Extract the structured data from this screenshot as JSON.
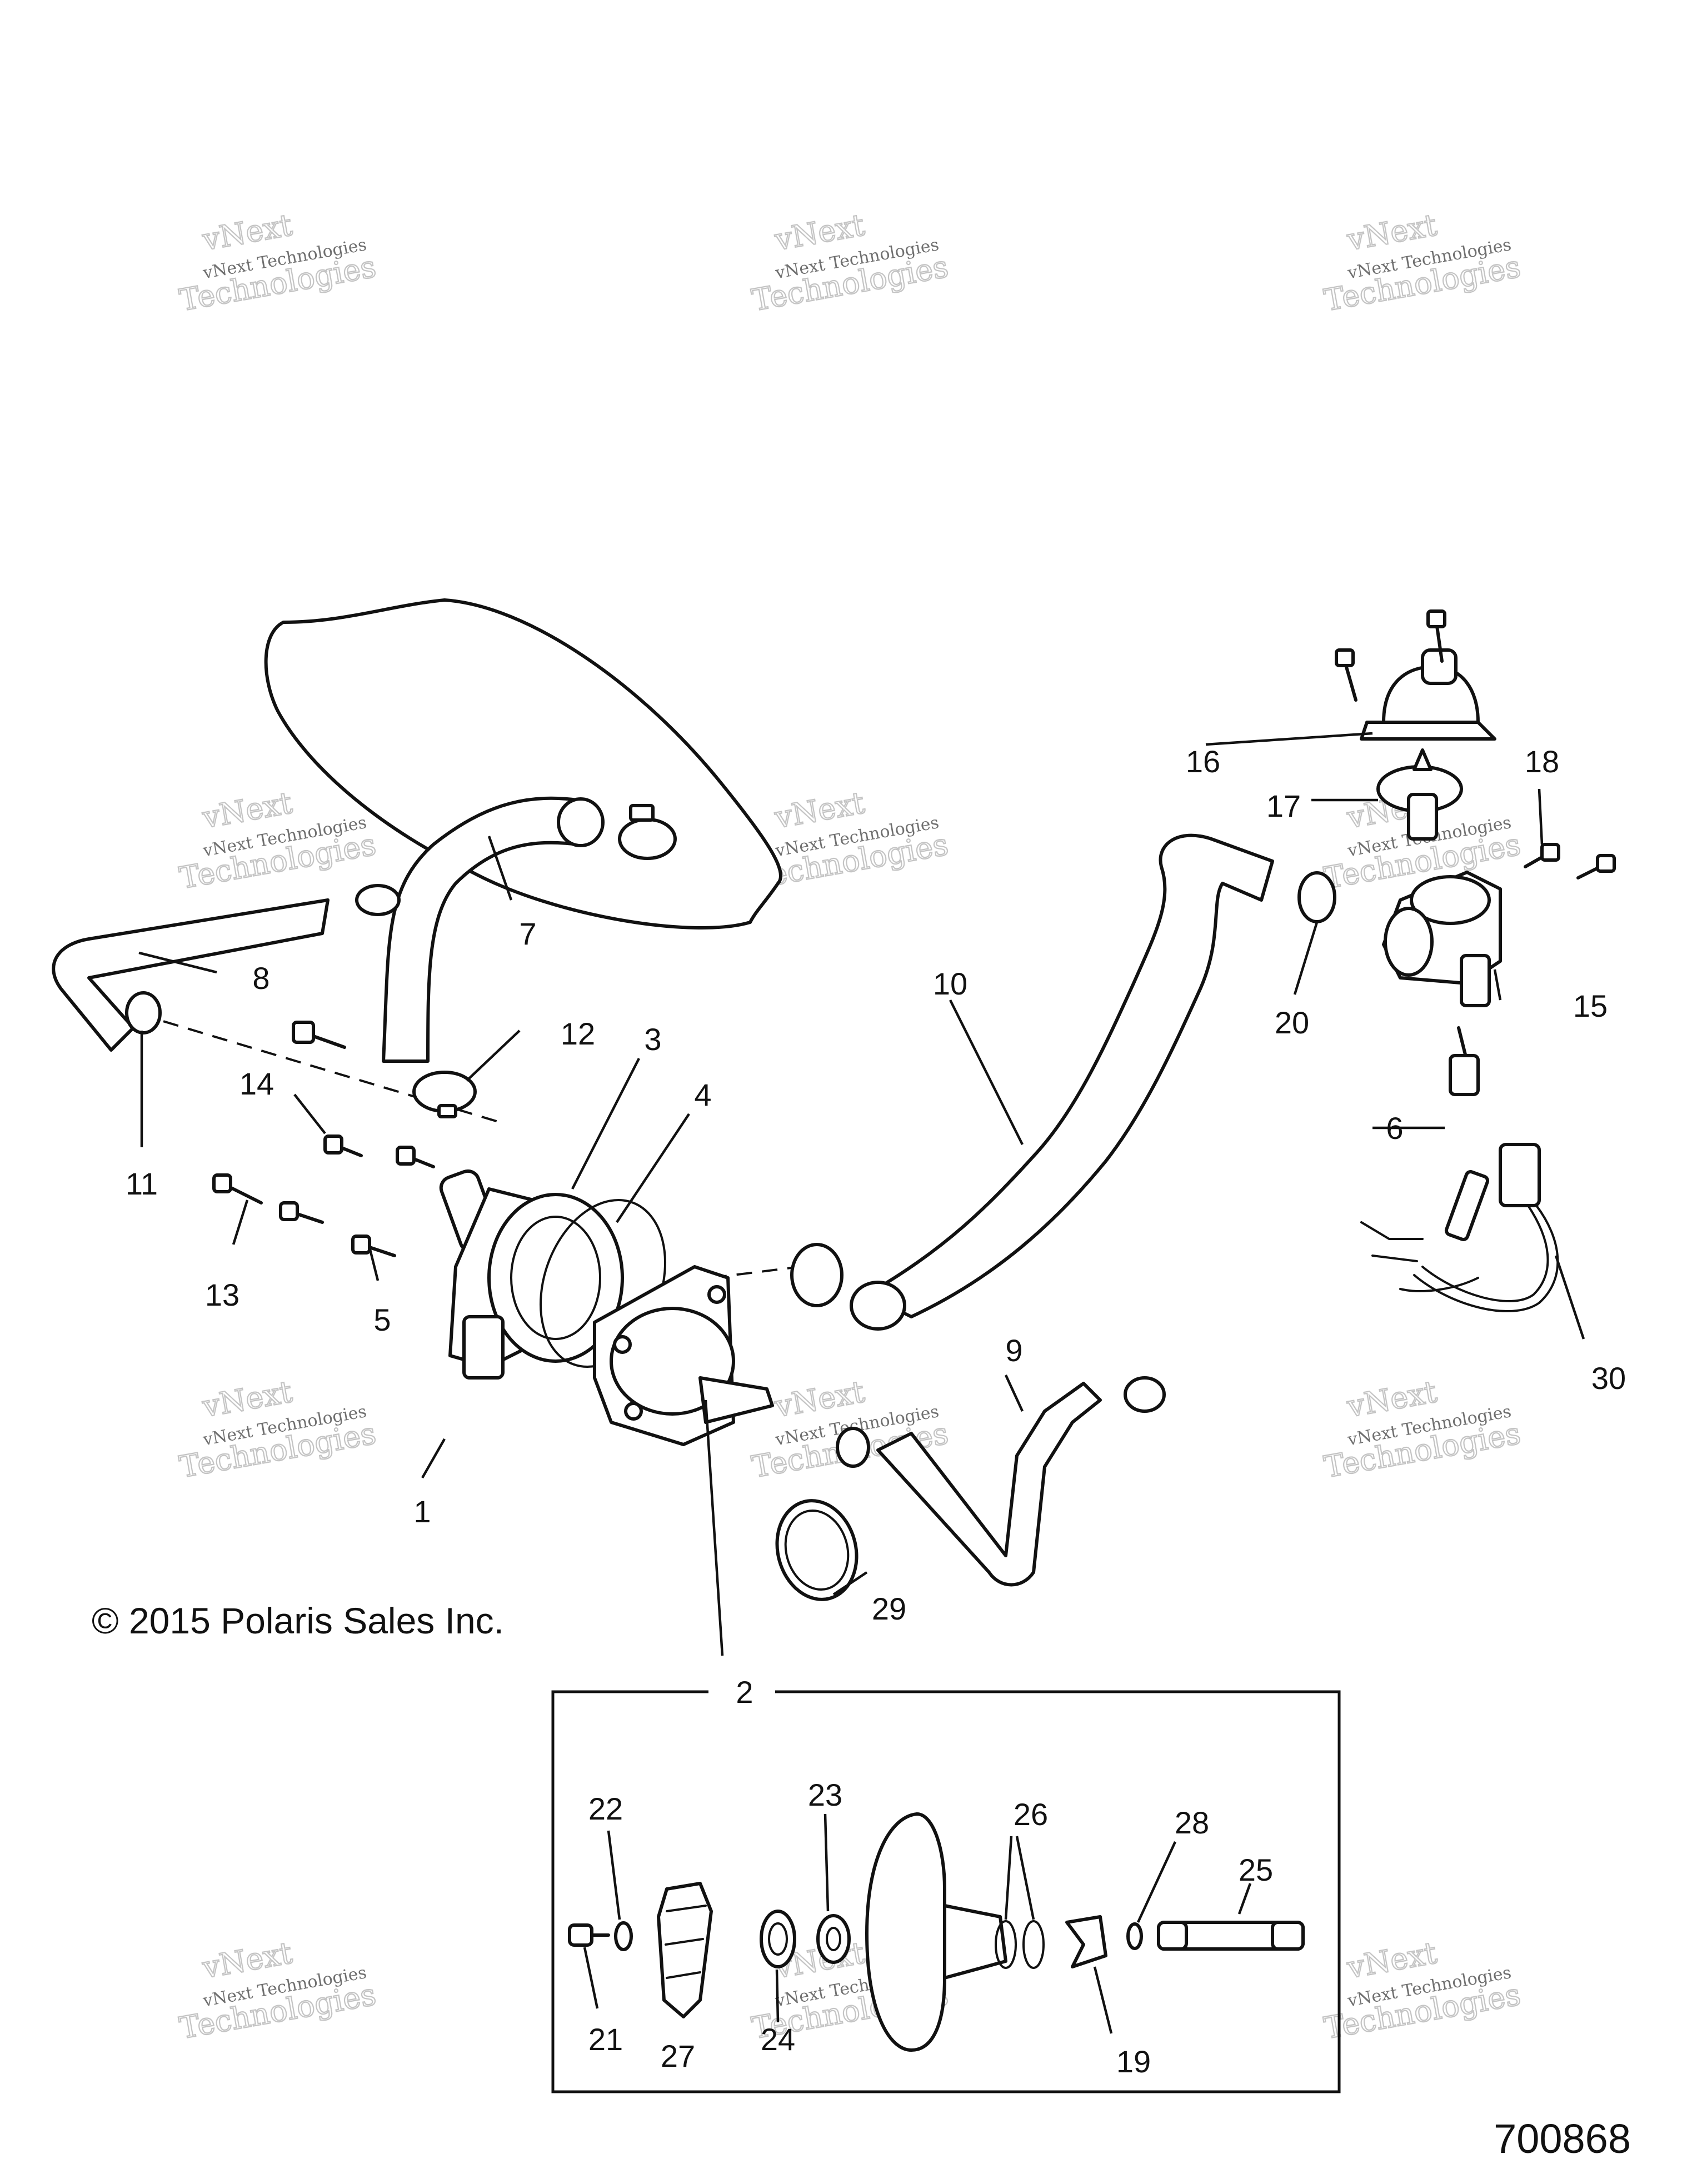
{
  "callouts": {
    "c1": "1",
    "c2": "2",
    "c3": "3",
    "c4": "4",
    "c5": "5",
    "c6": "6",
    "c7": "7",
    "c8": "8",
    "c9": "9",
    "c10": "10",
    "c11": "11",
    "c12": "12",
    "c13": "13",
    "c14": "14",
    "c15": "15",
    "c16": "16",
    "c17": "17",
    "c18": "18",
    "c19": "19",
    "c20": "20",
    "c21": "21",
    "c22": "22",
    "c23": "23",
    "c24": "24",
    "c25": "25",
    "c26": "26",
    "c27": "27",
    "c28": "28",
    "c29": "29",
    "c30": "30"
  },
  "copyright": "© 2015 Polaris Sales Inc.",
  "figure_number": "700868",
  "watermark": {
    "line1": "vNext Technologies",
    "big1": "vNext",
    "big2": "Technologies"
  }
}
